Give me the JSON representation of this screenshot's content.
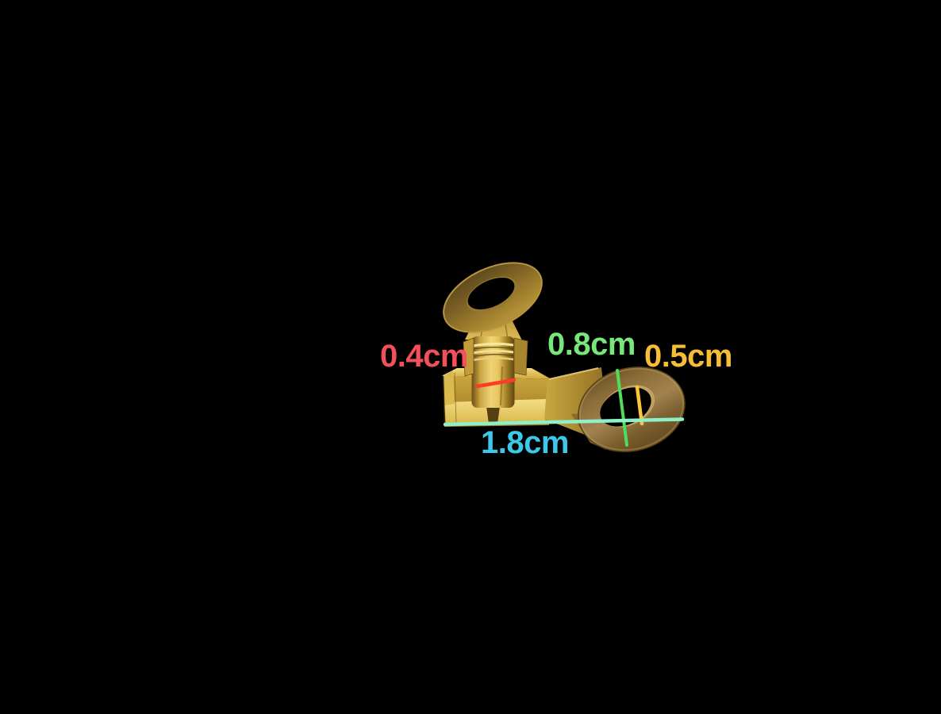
{
  "scene": {
    "background_color": "#000000",
    "subject": "brass-battery-terminal-ring-connector"
  },
  "measurements": {
    "crimp_width": {
      "label": "0.4cm",
      "text_color": "#f4505c",
      "line_color": "#fe3b28"
    },
    "ring_outer": {
      "label": "0.8cm",
      "text_color": "#76e87a",
      "line_color": "#50dc5e"
    },
    "ring_hole": {
      "label": "0.5cm",
      "text_color": "#f6bd35",
      "line_color": "#fdc33e"
    },
    "overall_length": {
      "label": "1.8cm",
      "text_color": "#3cc8e8",
      "line_color": "#8df0c8"
    }
  }
}
